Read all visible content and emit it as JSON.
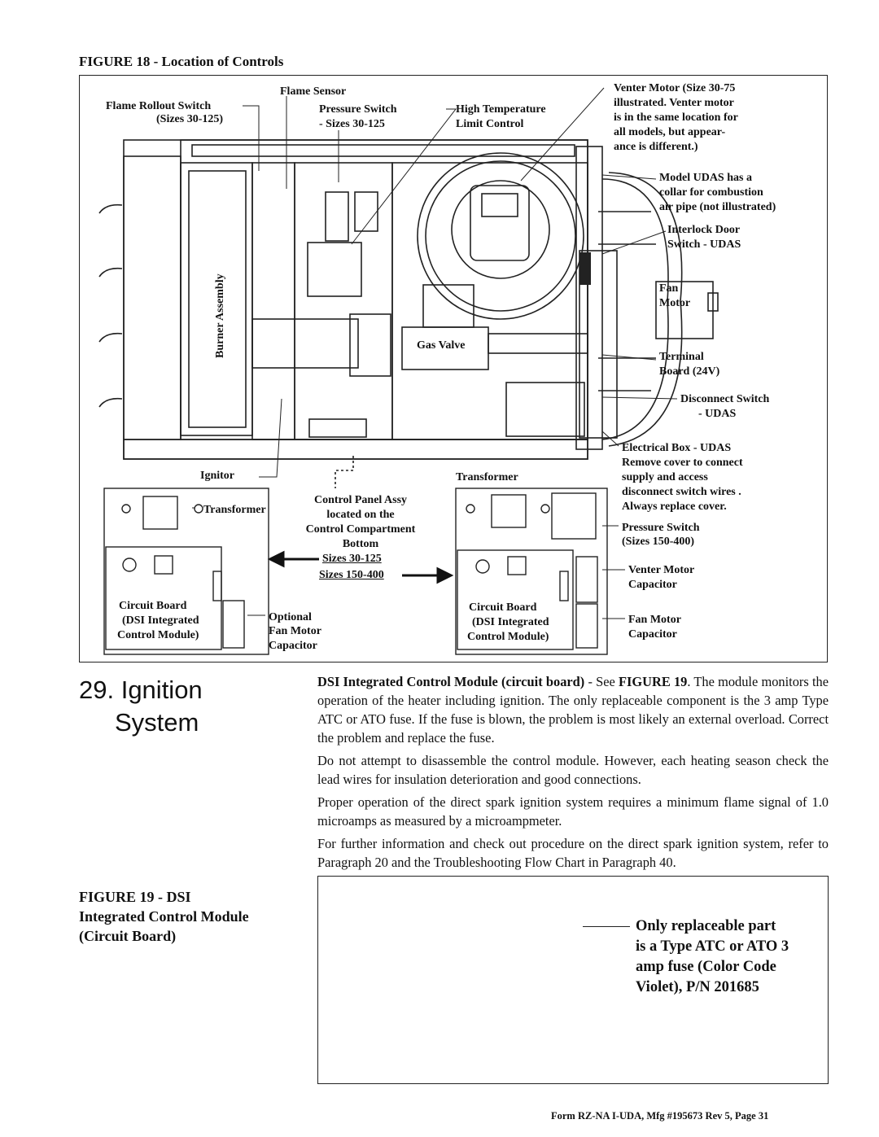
{
  "figure18": {
    "title": "FIGURE 18 - Location of Controls",
    "labels": {
      "flame_sensor": "Flame Sensor",
      "flame_rollout_1": "Flame Rollout Switch",
      "flame_rollout_2": "(Sizes 30-125)",
      "pressure_switch_1": "Pressure Switch",
      "pressure_switch_2": "- Sizes 30-125",
      "high_temp_1": "High Temperature",
      "high_temp_2": "Limit Control",
      "venter_motor_1": "Venter Motor (Size 30-75",
      "venter_motor_2": "illustrated. Venter motor",
      "venter_motor_3": "is in the same location for",
      "venter_motor_4": "all models, but appear-",
      "venter_motor_5": "ance is different.)",
      "udas_collar_1": "Model UDAS has a",
      "udas_collar_2": "collar for combustion",
      "udas_collar_3": "air pipe (not illustrated)",
      "interlock_1": "Interlock Door",
      "interlock_2": "Switch  - UDAS",
      "fan_motor_1": "Fan",
      "fan_motor_2": "Motor",
      "burner_assembly": "Burner Assembly",
      "gas_valve": "Gas Valve",
      "terminal_board_1": "Terminal",
      "terminal_board_2": "Board (24V)",
      "disconnect_1": "Disconnect Switch",
      "disconnect_2": "- UDAS",
      "electrical_box_1": "Electrical Box - UDAS",
      "electrical_box_2": "Remove cover to connect",
      "electrical_box_3": "supply and access",
      "electrical_box_4": "disconnect switch wires .",
      "electrical_box_5": "Always replace cover.",
      "ignitor": "Ignitor",
      "transformer_left": "Transformer",
      "transformer_right": "Transformer",
      "control_panel_1": "Control Panel Assy",
      "control_panel_2": "located on the",
      "control_panel_3": "Control Compartment",
      "control_panel_4": "Bottom",
      "sizes_small": "Sizes 30-125",
      "sizes_large": "Sizes 150-400",
      "pressure_switch_large_1": "Pressure Switch",
      "pressure_switch_large_2": "(Sizes 150-400)",
      "venter_cap_1": "Venter Motor",
      "venter_cap_2": "Capacitor",
      "circuit_board_left_1": "Circuit Board",
      "circuit_board_left_2": "(DSI Integrated",
      "circuit_board_left_3": "Control Module)",
      "circuit_board_right_1": "Circuit Board",
      "circuit_board_right_2": "(DSI Integrated",
      "circuit_board_right_3": "Control Module)",
      "optional_1": "Optional",
      "optional_2": "Fan Motor",
      "optional_3": "Capacitor",
      "fan_cap_1": "Fan Motor",
      "fan_cap_2": "Capacitor"
    }
  },
  "section": {
    "number_title": "29. Ignition",
    "title_line2": "System",
    "p1_bold": "DSI Integrated Control Module (circuit board)",
    "p1_mid": " - See ",
    "p1_figref": "FIGURE 19",
    "p1_rest": ". The module monitors the operation of the heater including ignition. The only replaceable component is the 3 amp Type ATC or ATO fuse. If the fuse is blown, the problem is most likely an external overload. Correct the problem and replace the fuse.",
    "p2": "Do not attempt to disassemble the control module. However, each heating season check the lead wires for insulation deterioration and good connections.",
    "p3": "Proper operation of the direct spark ignition system requires a minimum flame signal of 1.0 microamps as measured by a microampmeter.",
    "p4": "For further information and check out procedure on the direct spark ignition system, refer to Paragraph 20 and the Troubleshooting Flow Chart in Paragraph 40."
  },
  "figure19": {
    "caption_1": "FIGURE 19 - DSI",
    "caption_2": "Integrated Control Module",
    "caption_3": "(Circuit Board)",
    "note_1": "Only replaceable part",
    "note_2": "is a Type ATC or ATO 3",
    "note_3": "amp fuse (Color Code",
    "note_4": "Violet), P/N 201685"
  },
  "footer": "Form RZ-NA I-UDA, Mfg #195673 Rev 5, Page 31"
}
